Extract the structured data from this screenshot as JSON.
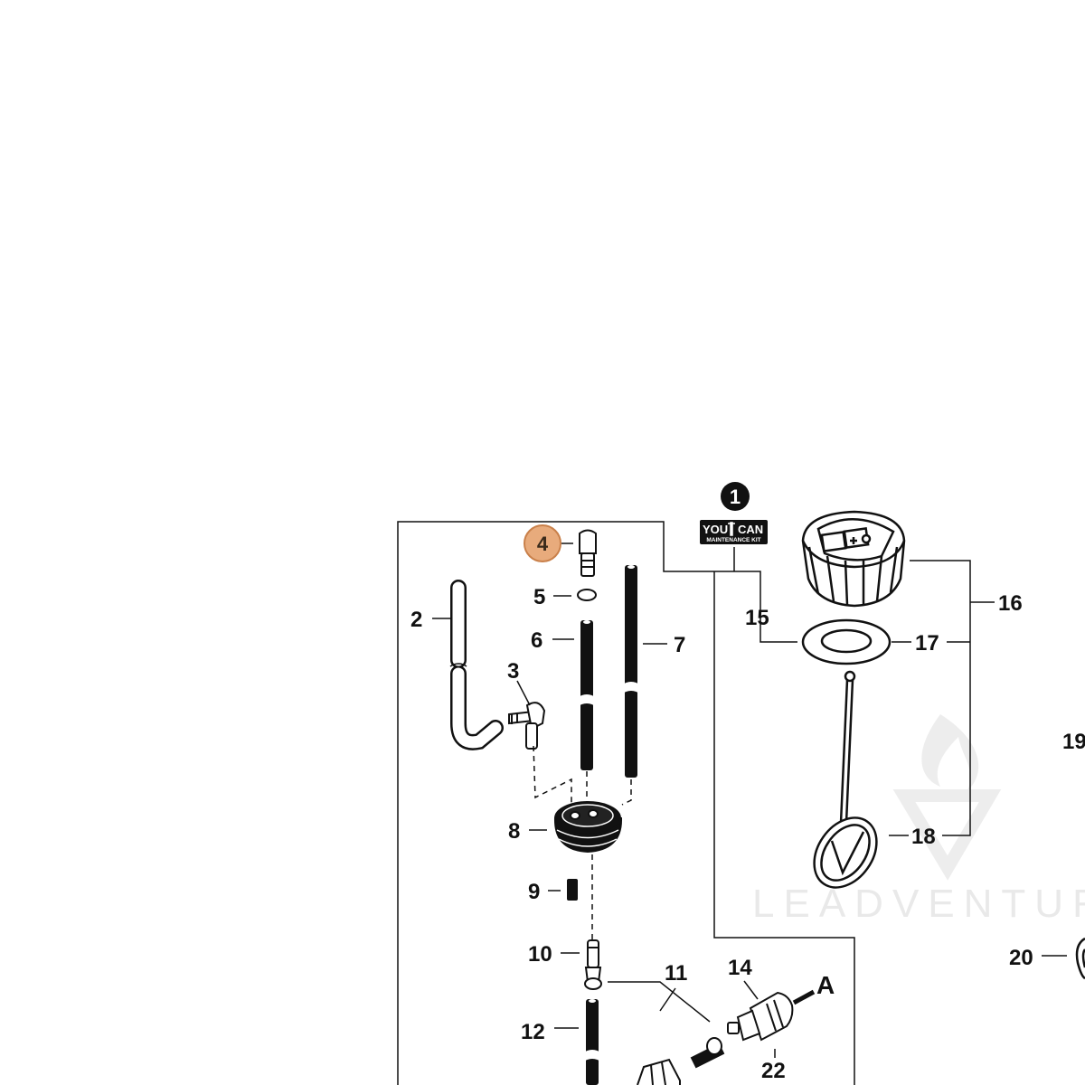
{
  "callouts": {
    "c2": "2",
    "c3": "3",
    "c4": "4",
    "c5": "5",
    "c6": "6",
    "c7": "7",
    "c8": "8",
    "c9": "9",
    "c10": "10",
    "c11": "11",
    "c12": "12",
    "c14": "14",
    "c15": "15",
    "c16": "16",
    "c17": "17",
    "c18": "18",
    "c19": "19",
    "c20": "20",
    "c22": "22"
  },
  "kit_badge": {
    "number": "1",
    "line1_left": "YOU",
    "line1_right": "CAN",
    "line2": "MAINTENANCE KIT"
  },
  "ref_marker": "A",
  "watermark": "LEADVENTURE",
  "highlighted_callout": "4",
  "colors": {
    "highlight_fill": "#e8ab7c",
    "highlight_stroke": "#c9804a",
    "line": "#111111",
    "watermark": "#e9e9e9"
  }
}
